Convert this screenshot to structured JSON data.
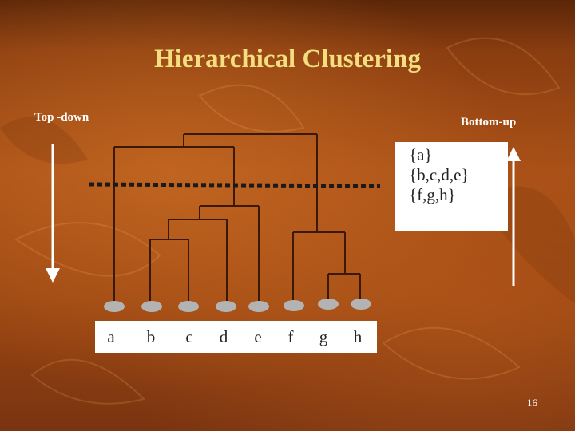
{
  "title": "Hierarchical Clustering",
  "direction_labels": {
    "top_down": "Top -down",
    "bottom_up": "Bottom-up"
  },
  "clusters": [
    "{a}",
    "{b,c,d,e}",
    "{f,g,h}"
  ],
  "leaves": [
    "a",
    "b",
    "c",
    "d",
    "e",
    "f",
    "g",
    "h"
  ],
  "page_number": "16",
  "colors": {
    "background": "#a54d16",
    "title": "#f3df80",
    "tree_line": "#3a1a06",
    "node": "#b3b3b3",
    "cut_line": "#1a1a1a",
    "arrow": "#ffffff"
  }
}
